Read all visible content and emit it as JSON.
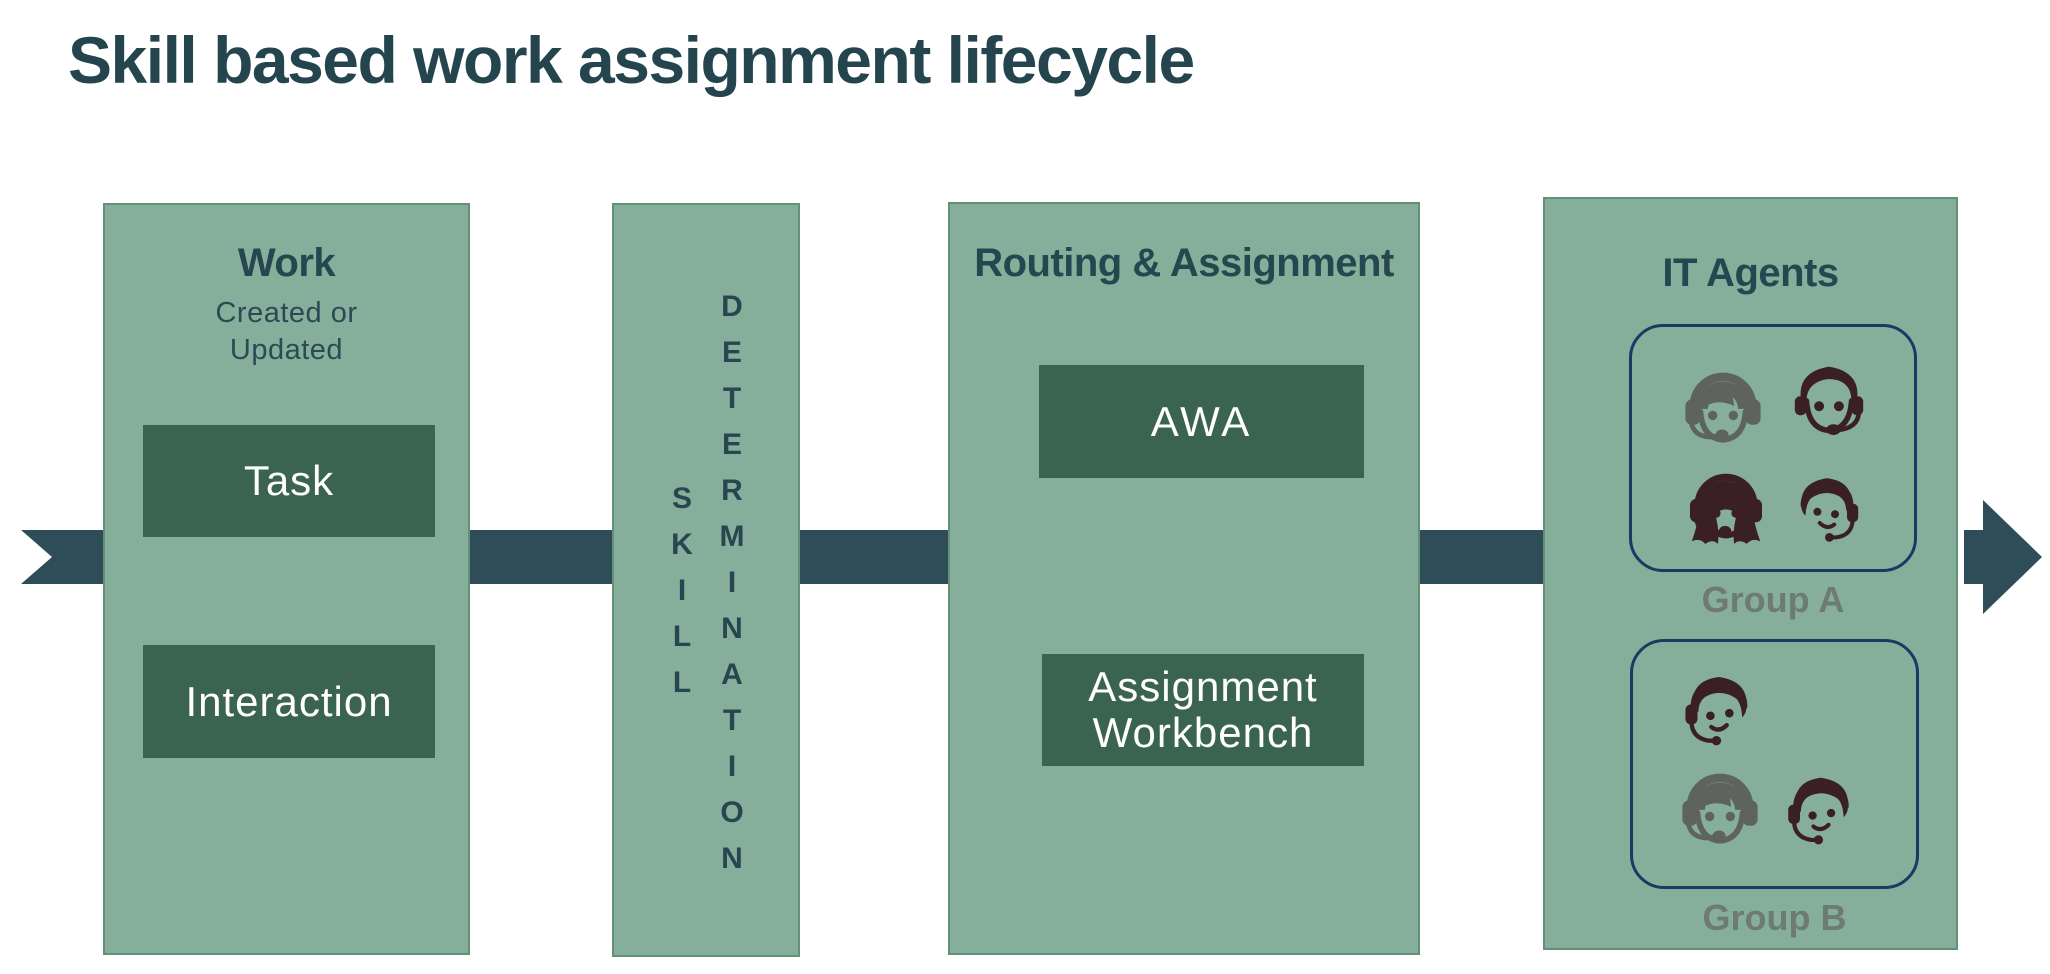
{
  "title": "Skill based work assignment lifecycle",
  "flow_arrow": {
    "direction": "left-to-right"
  },
  "colors": {
    "background": "#ffffff",
    "panel_fill": "#85af9a",
    "panel_border": "#639078",
    "arrow_band": "#2e4d58",
    "dark_box_fill": "#3a6450",
    "dark_box_text": "#ffffff",
    "header_text": "#25474f",
    "body_text": "#2b4a53",
    "title_text": "#24454e",
    "group_outline": "#1b3a63",
    "group_label_text": "#6e7a76",
    "agent_icon_maroon": "#3a2026",
    "agent_icon_gray": "#5f635f"
  },
  "panels": {
    "work": {
      "header": "Work",
      "subtitle": "Created or Updated",
      "boxes": [
        {
          "label": "Task"
        },
        {
          "label": "Interaction"
        }
      ]
    },
    "skill_determination": {
      "columns": [
        {
          "word": "SKILL",
          "letters": [
            "S",
            "K",
            "I",
            "L",
            "L"
          ]
        },
        {
          "word": "DETERMINATION",
          "letters": [
            "D",
            "E",
            "T",
            "E",
            "R",
            "M",
            "I",
            "N",
            "A",
            "T",
            "I",
            "O",
            "N"
          ]
        }
      ]
    },
    "routing_assignment": {
      "header": "Routing & Assignment",
      "boxes": [
        {
          "label": "AWA"
        },
        {
          "label": "Assignment Workbench"
        }
      ]
    },
    "it_agents": {
      "header": "IT Agents",
      "groups": [
        {
          "label": "Group A",
          "icons": [
            "agent-female-headset-gray-icon",
            "agent-male-headset-maroon-icon",
            "agent-longhair-headset-maroon-icon",
            "agent-smiling-headset-maroon-icon"
          ]
        },
        {
          "label": "Group B",
          "icons": [
            "agent-smiling-headset-maroon-icon",
            "agent-headset-gray-icon",
            "agent-smiling-headset-maroon-icon"
          ]
        }
      ]
    }
  }
}
